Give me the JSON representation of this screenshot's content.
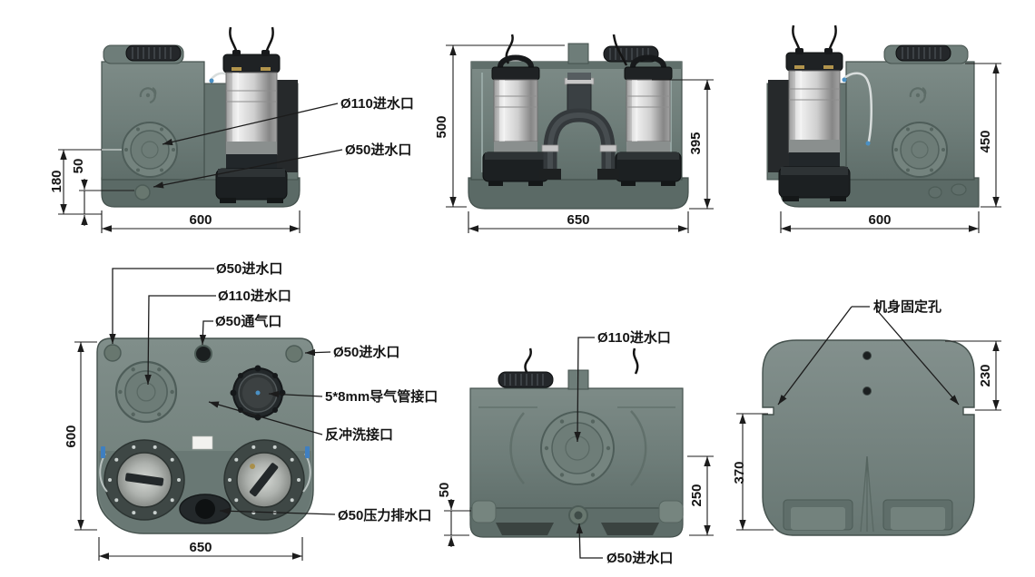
{
  "drawing": {
    "views": {
      "side_left": {
        "callouts": {
          "inlet110": "Ø110进水口",
          "inlet50": "Ø50进水口"
        },
        "dims": {
          "h180": "180",
          "h50": "50",
          "w600": "600"
        }
      },
      "front": {
        "dims": {
          "h500": "500",
          "h395": "395",
          "w650": "650"
        }
      },
      "side_right": {
        "dims": {
          "h450": "450",
          "w600": "600"
        }
      },
      "top": {
        "callouts": {
          "inlet50_tl": "Ø50进水口",
          "inlet110": "Ø110进水口",
          "vent50": "Ø50通气口",
          "inlet50_tr": "Ø50进水口",
          "air_tube": "5*8mm导气管接口",
          "backwash": "反冲洗接口",
          "drain50": "Ø50压力排水口"
        },
        "dims": {
          "h600": "600",
          "w650": "650"
        }
      },
      "rear": {
        "callouts": {
          "inlet110": "Ø110进水口",
          "inlet50": "Ø50进水口"
        },
        "dims": {
          "h50": "50",
          "h250": "250"
        }
      },
      "bottom": {
        "callouts": {
          "mounting_holes": "机身固定孔"
        },
        "dims": {
          "h230": "230",
          "h370": "370"
        }
      }
    },
    "colors": {
      "body_green": "#6f7e7a",
      "body_dark": "#5b6a66",
      "line": "#1c1c1c",
      "metal": "#c9c9c9",
      "accent_blue": "#4a90c4",
      "background": "#ffffff"
    }
  }
}
